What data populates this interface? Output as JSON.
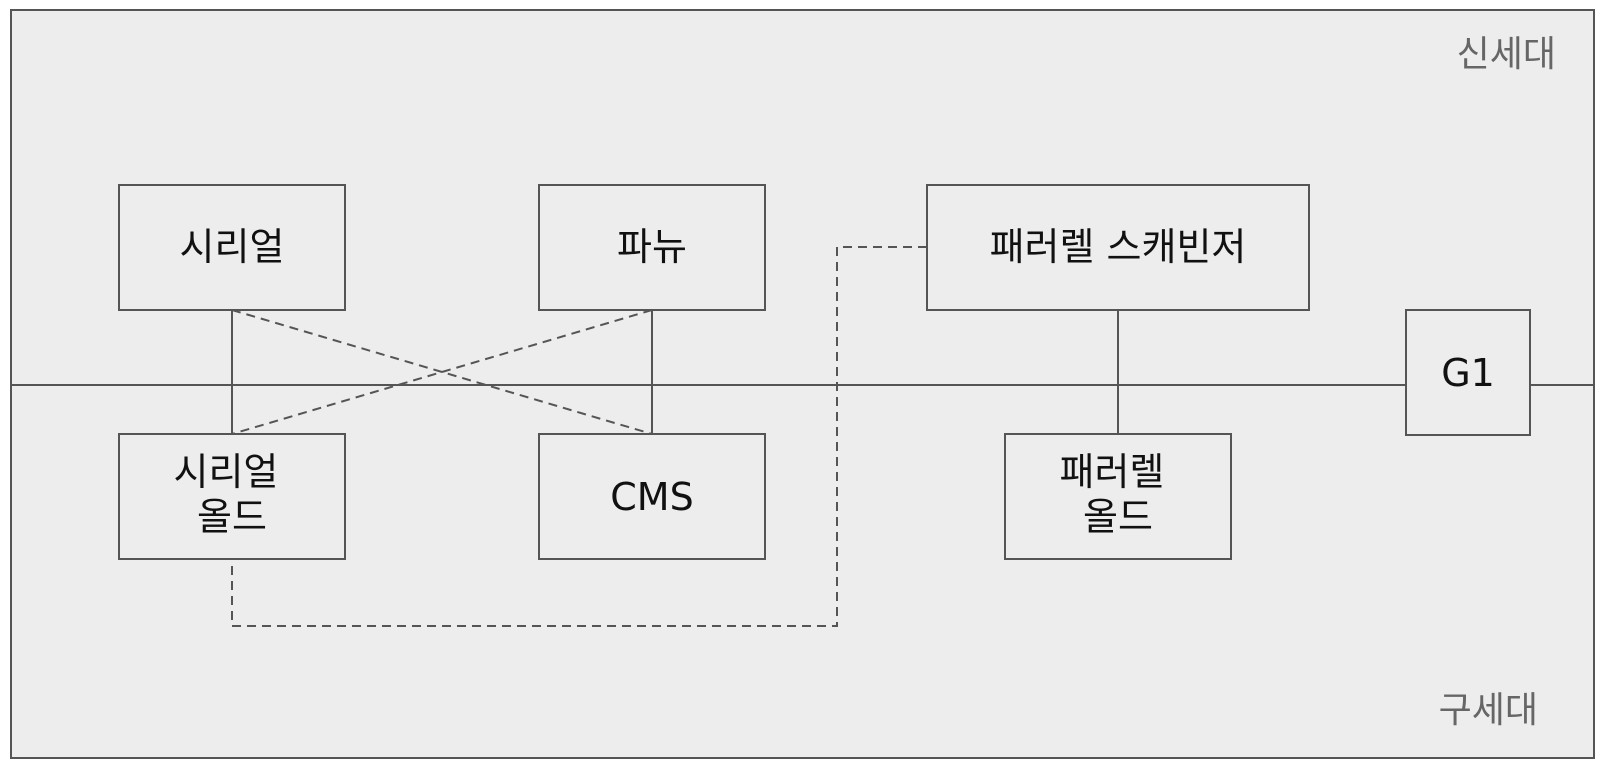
{
  "regions": {
    "young_label": "신세대",
    "old_label": "구세대"
  },
  "nodes": {
    "serial": "시리얼",
    "parnew": "파뉴",
    "parallel_scavenge": "패러렐 스캐빈저",
    "g1": "G1",
    "serial_old_line1": "시리얼",
    "serial_old_line2": "올드",
    "cms": "CMS",
    "parallel_old_line1": "패러렐",
    "parallel_old_line2": "올드"
  },
  "connections": [
    {
      "from": "serial",
      "to": "serial_old",
      "style": "solid"
    },
    {
      "from": "serial",
      "to": "cms",
      "style": "dashed"
    },
    {
      "from": "parnew",
      "to": "cms",
      "style": "solid"
    },
    {
      "from": "parnew",
      "to": "serial_old",
      "style": "dashed"
    },
    {
      "from": "parallel_scavenge",
      "to": "parallel_old",
      "style": "solid"
    },
    {
      "from": "parallel_scavenge",
      "to": "serial_old",
      "style": "dashed"
    }
  ],
  "colors": {
    "background": "#ededed",
    "stroke": "#555555",
    "text": "#111111",
    "region_text": "#666666"
  }
}
